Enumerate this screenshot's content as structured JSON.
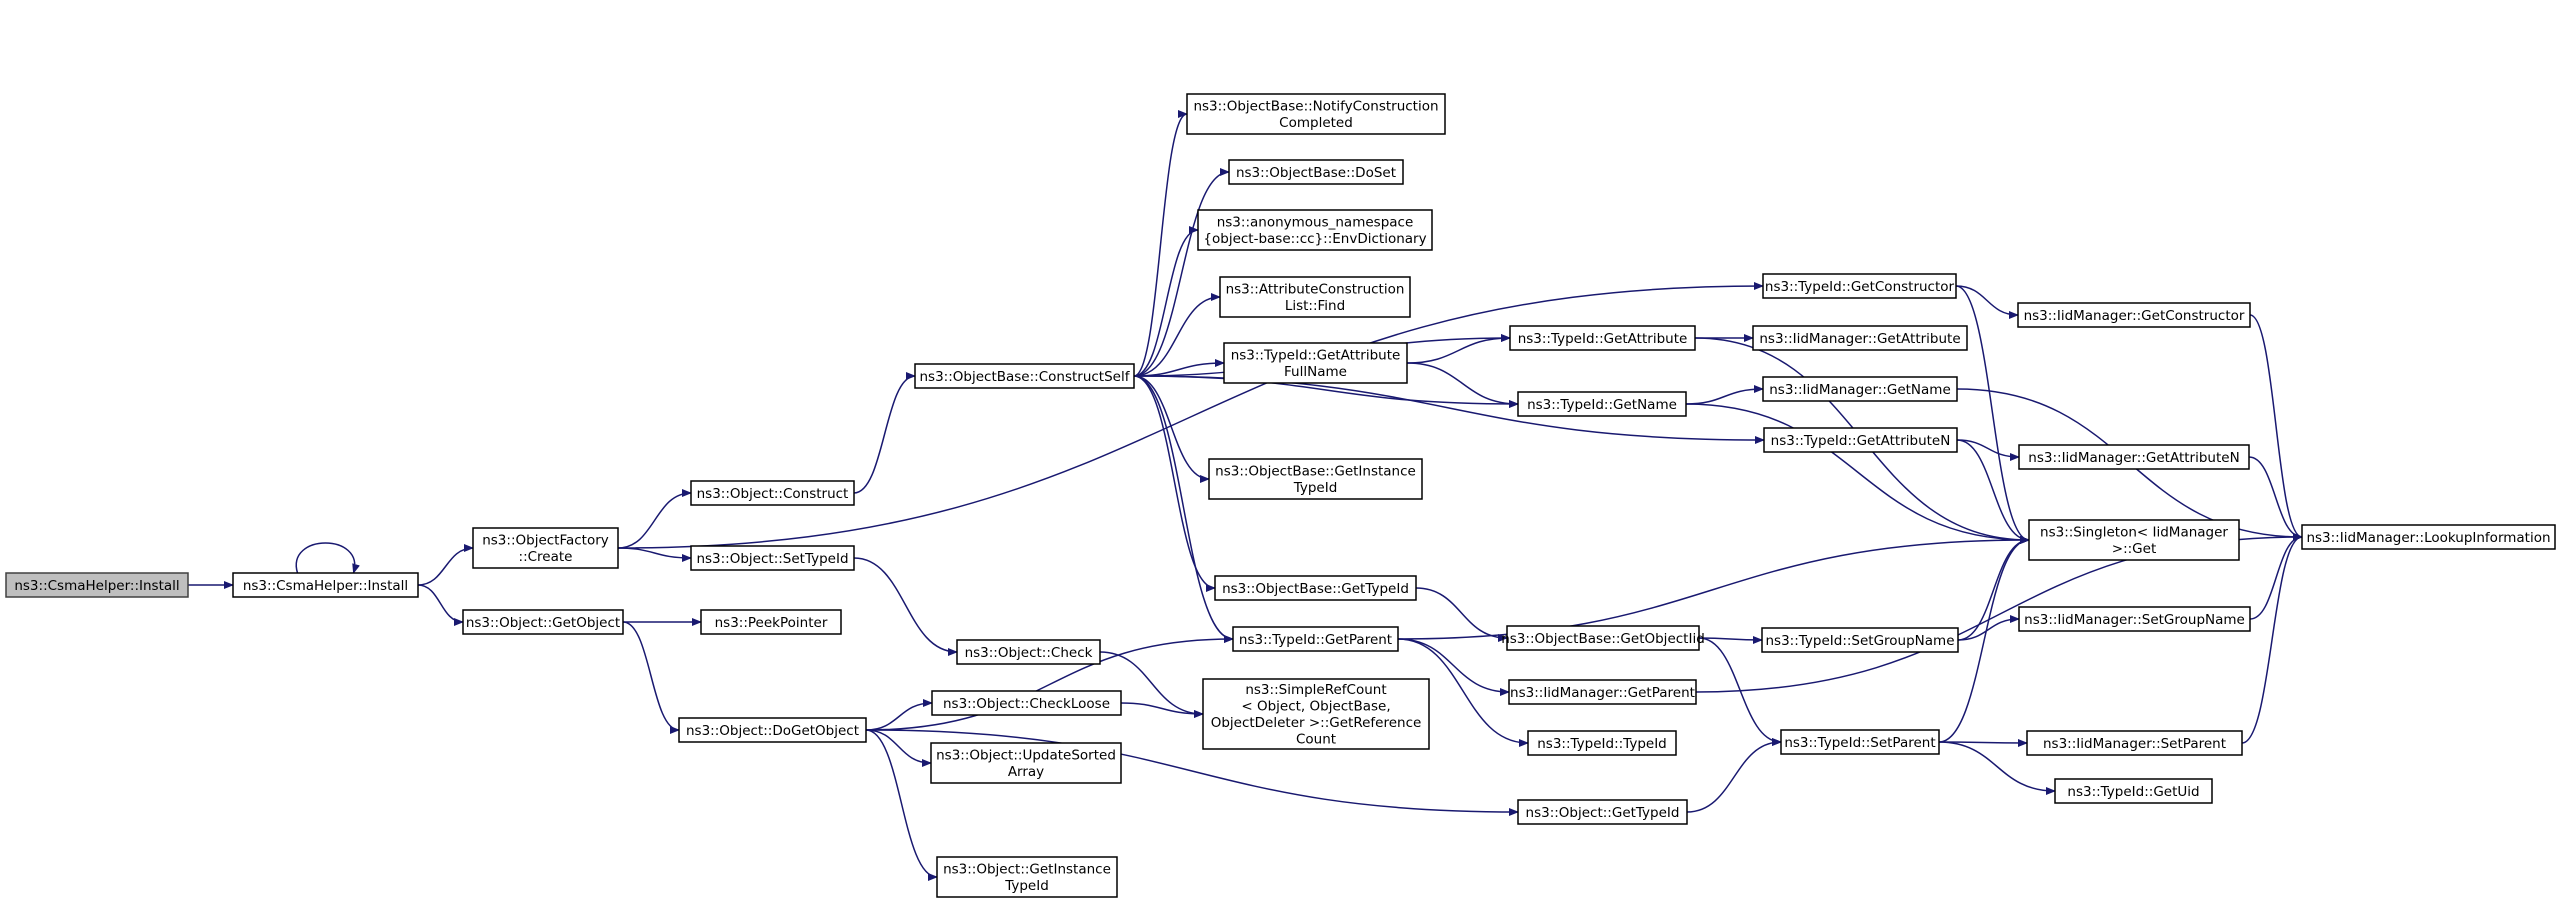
{
  "colors": {
    "edge": "#191970",
    "node_border": "#000000",
    "root_fill": "#bfbfbf",
    "node_fill": "#ffffff"
  },
  "nodes": {
    "csma_root": {
      "lines": [
        "ns3::CsmaHelper::Install"
      ]
    },
    "csma_install": {
      "lines": [
        "ns3::CsmaHelper::Install"
      ]
    },
    "of_create": {
      "lines": [
        "ns3::ObjectFactory",
        "::Create"
      ]
    },
    "obj_getobject": {
      "lines": [
        "ns3::Object::GetObject"
      ]
    },
    "obj_construct": {
      "lines": [
        "ns3::Object::Construct"
      ]
    },
    "obj_settypeid": {
      "lines": [
        "ns3::Object::SetTypeId"
      ]
    },
    "peekpointer": {
      "lines": [
        "ns3::PeekPointer"
      ]
    },
    "obj_dogetobject": {
      "lines": [
        "ns3::Object::DoGetObject"
      ]
    },
    "ob_constructself": {
      "lines": [
        "ns3::ObjectBase::ConstructSelf"
      ]
    },
    "obj_check": {
      "lines": [
        "ns3::Object::Check"
      ]
    },
    "obj_checkloose": {
      "lines": [
        "ns3::Object::CheckLoose"
      ]
    },
    "obj_updatesorted": {
      "lines": [
        "ns3::Object::UpdateSorted",
        "Array"
      ]
    },
    "obj_getinstance": {
      "lines": [
        "ns3::Object::GetInstance",
        "TypeId"
      ]
    },
    "ob_notify": {
      "lines": [
        "ns3::ObjectBase::NotifyConstruction",
        "Completed"
      ]
    },
    "ob_doset": {
      "lines": [
        "ns3::ObjectBase::DoSet"
      ]
    },
    "anon_envdict": {
      "lines": [
        "ns3::anonymous_namespace",
        "{object-base::cc}::EnvDictionary"
      ]
    },
    "acl_find": {
      "lines": [
        "ns3::AttributeConstruction",
        "List::Find"
      ]
    },
    "tid_getattrfull": {
      "lines": [
        "ns3::TypeId::GetAttribute",
        "FullName"
      ]
    },
    "ob_getinstance": {
      "lines": [
        "ns3::ObjectBase::GetInstance",
        "TypeId"
      ]
    },
    "ob_gettypeid": {
      "lines": [
        "ns3::ObjectBase::GetTypeId"
      ]
    },
    "tid_getparent": {
      "lines": [
        "ns3::TypeId::GetParent"
      ]
    },
    "srefcount": {
      "lines": [
        "ns3::SimpleRefCount",
        "< Object, ObjectBase,",
        "ObjectDeleter >::GetReference",
        "Count"
      ]
    },
    "tid_getattribute": {
      "lines": [
        "ns3::TypeId::GetAttribute"
      ]
    },
    "tid_getname": {
      "lines": [
        "ns3::TypeId::GetName"
      ]
    },
    "ob_getobjectiid": {
      "lines": [
        "ns3::ObjectBase::GetObjectIid"
      ]
    },
    "iid_getparent": {
      "lines": [
        "ns3::IidManager::GetParent"
      ]
    },
    "tid_typeid": {
      "lines": [
        "ns3::TypeId::TypeId"
      ]
    },
    "obj_gettypeid": {
      "lines": [
        "ns3::Object::GetTypeId"
      ]
    },
    "tid_getconstructor": {
      "lines": [
        "ns3::TypeId::GetConstructor"
      ]
    },
    "iid_getattribute": {
      "lines": [
        "ns3::IidManager::GetAttribute"
      ]
    },
    "iid_getname": {
      "lines": [
        "ns3::IidManager::GetName"
      ]
    },
    "tid_getattributen": {
      "lines": [
        "ns3::TypeId::GetAttributeN"
      ]
    },
    "tid_setgroupname": {
      "lines": [
        "ns3::TypeId::SetGroupName"
      ]
    },
    "tid_setparent": {
      "lines": [
        "ns3::TypeId::SetParent"
      ]
    },
    "iid_getconstructor": {
      "lines": [
        "ns3::IidManager::GetConstructor"
      ]
    },
    "iid_getattributen": {
      "lines": [
        "ns3::IidManager::GetAttributeN"
      ]
    },
    "singleton_get": {
      "lines": [
        "ns3::Singleton< IidManager",
        ">::Get"
      ]
    },
    "iid_setgroupname": {
      "lines": [
        "ns3::IidManager::SetGroupName"
      ]
    },
    "iid_setparent": {
      "lines": [
        "ns3::IidManager::SetParent"
      ]
    },
    "tid_getuid": {
      "lines": [
        "ns3::TypeId::GetUid"
      ]
    },
    "iid_lookup": {
      "lines": [
        "ns3::IidManager::LookupInformation"
      ]
    }
  },
  "edges": [
    [
      "csma_root",
      "csma_install"
    ],
    [
      "csma_install",
      "csma_install"
    ],
    [
      "csma_install",
      "of_create"
    ],
    [
      "csma_install",
      "obj_getobject"
    ],
    [
      "of_create",
      "obj_construct"
    ],
    [
      "of_create",
      "obj_settypeid"
    ],
    [
      "of_create",
      "tid_getconstructor"
    ],
    [
      "obj_getobject",
      "peekpointer"
    ],
    [
      "obj_getobject",
      "obj_dogetobject"
    ],
    [
      "obj_construct",
      "ob_constructself"
    ],
    [
      "obj_settypeid",
      "obj_check"
    ],
    [
      "obj_dogetobject",
      "tid_getparent"
    ],
    [
      "obj_dogetobject",
      "obj_checkloose"
    ],
    [
      "obj_dogetobject",
      "obj_updatesorted"
    ],
    [
      "obj_dogetobject",
      "obj_getinstance"
    ],
    [
      "obj_dogetobject",
      "obj_gettypeid"
    ],
    [
      "ob_constructself",
      "ob_notify"
    ],
    [
      "ob_constructself",
      "ob_doset"
    ],
    [
      "ob_constructself",
      "anon_envdict"
    ],
    [
      "ob_constructself",
      "acl_find"
    ],
    [
      "ob_constructself",
      "tid_getattrfull"
    ],
    [
      "ob_constructself",
      "tid_getattribute"
    ],
    [
      "ob_constructself",
      "tid_getname"
    ],
    [
      "ob_constructself",
      "ob_getinstance"
    ],
    [
      "ob_constructself",
      "tid_getattributen"
    ],
    [
      "ob_constructself",
      "ob_gettypeid"
    ],
    [
      "ob_constructself",
      "tid_getparent"
    ],
    [
      "obj_check",
      "srefcount"
    ],
    [
      "obj_checkloose",
      "srefcount"
    ],
    [
      "tid_getattrfull",
      "tid_getattribute"
    ],
    [
      "tid_getattrfull",
      "tid_getname"
    ],
    [
      "ob_gettypeid",
      "ob_getobjectiid"
    ],
    [
      "tid_getparent",
      "singleton_get"
    ],
    [
      "tid_getparent",
      "iid_getparent"
    ],
    [
      "tid_getparent",
      "tid_typeid"
    ],
    [
      "tid_getattribute",
      "iid_getattribute"
    ],
    [
      "tid_getattribute",
      "singleton_get"
    ],
    [
      "tid_getname",
      "iid_getname"
    ],
    [
      "tid_getname",
      "singleton_get"
    ],
    [
      "ob_getobjectiid",
      "tid_setgroupname"
    ],
    [
      "ob_getobjectiid",
      "tid_setparent"
    ],
    [
      "iid_getparent",
      "iid_lookup"
    ],
    [
      "obj_gettypeid",
      "tid_setparent"
    ],
    [
      "tid_getconstructor",
      "iid_getconstructor"
    ],
    [
      "tid_getconstructor",
      "singleton_get"
    ],
    [
      "iid_getname",
      "iid_lookup"
    ],
    [
      "tid_getattributen",
      "iid_getattributen"
    ],
    [
      "tid_getattributen",
      "singleton_get"
    ],
    [
      "tid_setgroupname",
      "iid_setgroupname"
    ],
    [
      "tid_setgroupname",
      "singleton_get"
    ],
    [
      "tid_setparent",
      "iid_setparent"
    ],
    [
      "tid_setparent",
      "tid_getuid"
    ],
    [
      "tid_setparent",
      "singleton_get"
    ],
    [
      "iid_getconstructor",
      "iid_lookup"
    ],
    [
      "iid_getattributen",
      "iid_lookup"
    ],
    [
      "iid_setgroupname",
      "iid_lookup"
    ],
    [
      "iid_setparent",
      "iid_lookup"
    ]
  ]
}
